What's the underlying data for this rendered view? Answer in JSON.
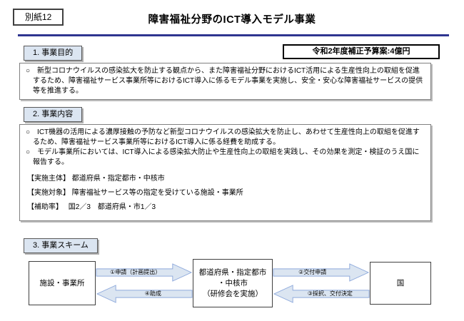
{
  "colors": {
    "accent": "#2e3590",
    "panel_fill": "#dbe5f1",
    "arrow_fill": "#dbe5f1",
    "arrow_border": "#8faadc"
  },
  "header": {
    "tag": "別紙12",
    "title": "障害福祉分野のICT導入モデル事業"
  },
  "budget_label": "令和2年度補正予算案:4億円",
  "sections": [
    {
      "heading": "1. 事業目的",
      "bullets": [
        "○　新型コロナウイルスの感染拡大を防止する観点から、また障害福祉分野におけるICT活用による生産性向上の取組を促進するため、障害福祉サービス事業所等におけるICT導入に係るモデル事業を実施し、安全・安心な障害福祉サービスの提供等を推進する。"
      ]
    },
    {
      "heading": "2. 事業内容",
      "bullets": [
        "○　ICT機器の活用による濃厚接触の予防など新型コロナウイルスの感染拡大を防止し、あわせて生産性向上の取組を促進するため、障害福祉サービス事業所等におけるICT導入に係る経費を助成する。",
        "○　モデル事業所においては、ICT導入による感染拡大防止や生産性向上の取組を実践し、その効果を測定・検証のうえ国に報告する。"
      ],
      "details": [
        "【実施主体】 都道府県・指定都市・中核市",
        "【実施対象】 障害福祉サービス等の指定を受けている施設・事業所",
        "【補助率】　 国2／3　都道府県・市1／3"
      ]
    },
    {
      "heading": "3. 事業スキーム"
    }
  ],
  "scheme": {
    "nodes": [
      {
        "label": "施設・事業所"
      },
      {
        "lines": [
          "都道府県・指定都市",
          "・中核市",
          "（研修会を実施）"
        ]
      },
      {
        "label": "国"
      }
    ],
    "arrows": [
      {
        "label": "①申請（計画提出）",
        "direction": "right"
      },
      {
        "label": "④助成",
        "direction": "left"
      },
      {
        "label": "②交付申請",
        "direction": "right"
      },
      {
        "label": "③採択、交付決定",
        "direction": "left"
      }
    ]
  }
}
